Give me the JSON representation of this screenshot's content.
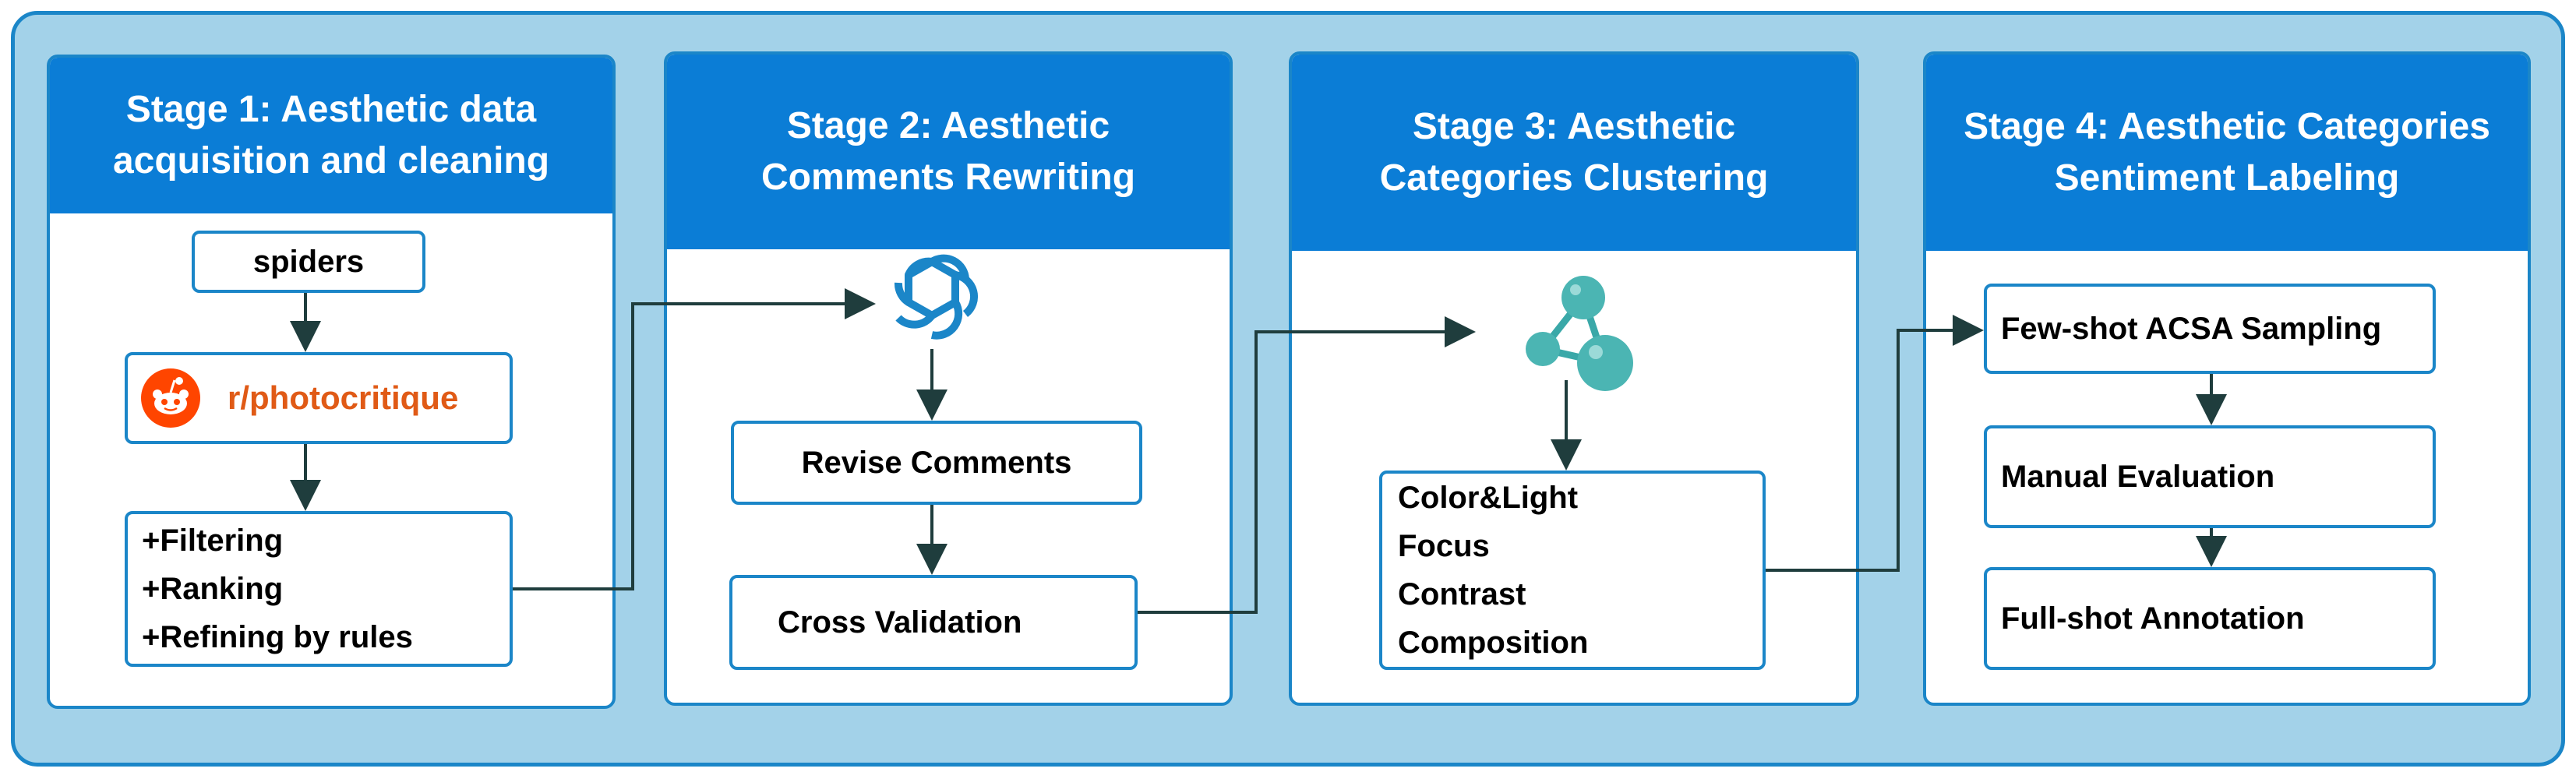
{
  "stages": [
    {
      "title_line1": "Stage 1: Aesthetic data",
      "title_line2": "acquisition and cleaning",
      "steps": [
        "spiders",
        "r/photocritique"
      ],
      "processing": [
        "+Filtering",
        "+Ranking",
        "+Refining by rules"
      ],
      "icon": "reddit-icon"
    },
    {
      "title_line1": "Stage 2: Aesthetic",
      "title_line2": "Comments Rewriting",
      "steps": [
        "Revise Comments",
        "Cross Validation"
      ],
      "icon": "openai-icon"
    },
    {
      "title_line1": "Stage 3: Aesthetic",
      "title_line2": "Categories Clustering",
      "categories": [
        "Color&Light",
        "Focus",
        "Contrast",
        "Composition"
      ],
      "icon": "molecule-cluster-icon"
    },
    {
      "title_line1": "Stage 4: Aesthetic Categories",
      "title_line2": "Sentiment Labeling",
      "steps": [
        "Few-shot ACSA Sampling",
        "Manual Evaluation",
        "Full-shot Annotation"
      ]
    }
  ],
  "colors": {
    "header_blue": "#0b7dd6",
    "border_blue": "#1b86c8",
    "background_blue": "#a3d2e9",
    "arrow": "#1f3d3d",
    "reddit_orange": "#ff4500",
    "cluster_teal": "#3aa8a8"
  }
}
